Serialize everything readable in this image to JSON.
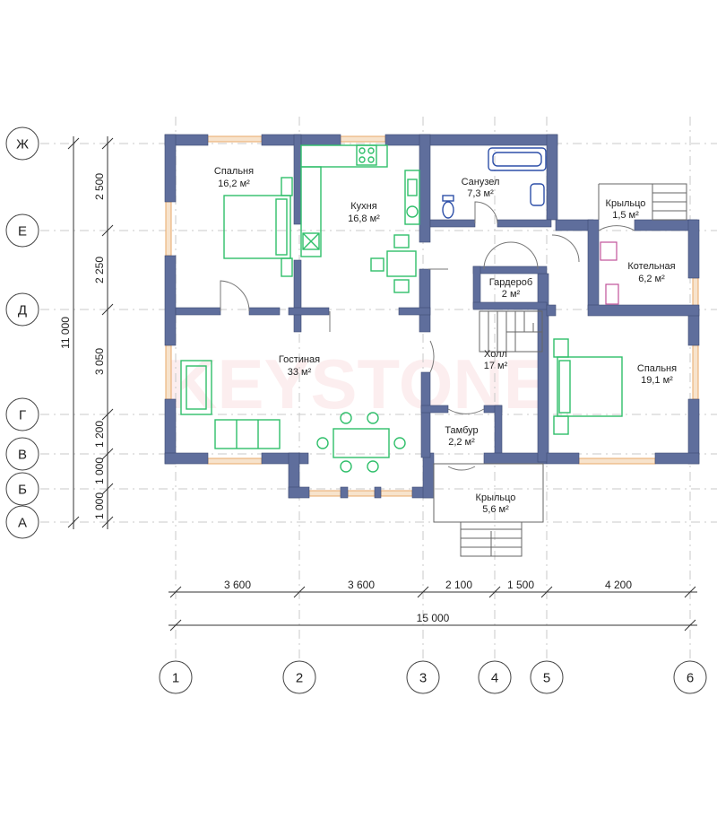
{
  "grid_letters": [
    "Ж",
    "Е",
    "Д",
    "Г",
    "В",
    "Б",
    "А"
  ],
  "grid_numbers": [
    "1",
    "2",
    "3",
    "4",
    "5",
    "6"
  ],
  "vertical_dimensions": [
    "2 500",
    "2 250",
    "3 050",
    "1 200",
    "1 000",
    "1 000"
  ],
  "total_height": "11 000",
  "horizontal_dimensions": [
    "3 600",
    "3 600",
    "2 100",
    "1 500",
    "4 200"
  ],
  "total_width": "15 000",
  "rooms": [
    {
      "name": "Спальня",
      "area": "16,2 м²"
    },
    {
      "name": "Кухня",
      "area": "16,8 м²"
    },
    {
      "name": "Санузел",
      "area": "7,3 м²"
    },
    {
      "name": "Крыльцо",
      "area": "1,5 м²"
    },
    {
      "name": "Котельная",
      "area": "6,2 м²"
    },
    {
      "name": "Гардероб",
      "area": "2 м²"
    },
    {
      "name": "Гостиная",
      "area": "33 м²"
    },
    {
      "name": "Холл",
      "area": "17 м²"
    },
    {
      "name": "Спальня",
      "area": "19,1 м²"
    },
    {
      "name": "Тамбур",
      "area": "2,2 м²"
    },
    {
      "name": "Крыльцо",
      "area": "5,6 м²"
    }
  ],
  "watermark": "KEYSTONE"
}
